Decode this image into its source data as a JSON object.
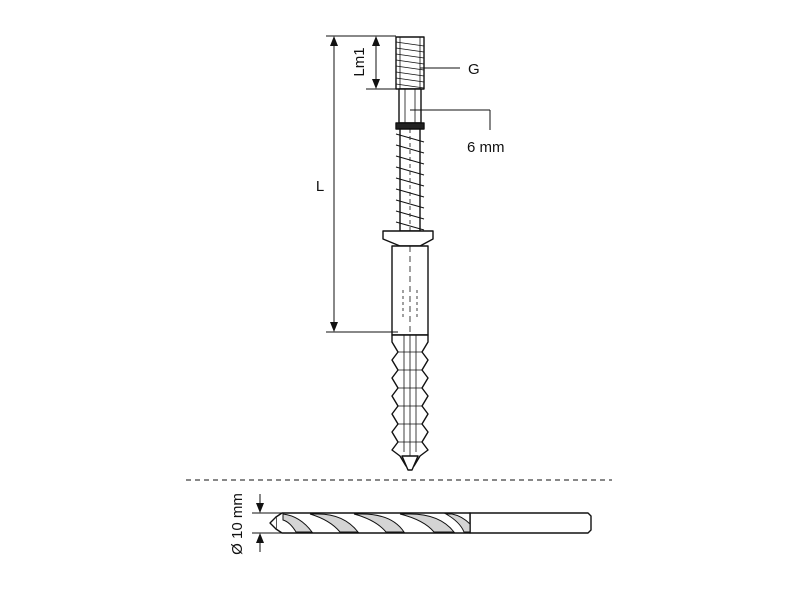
{
  "diagram": {
    "labels": {
      "thread": "G",
      "thread_length": "Lm1",
      "drive": "6 mm",
      "length": "L",
      "drill_diameter": "Ø 10 mm"
    },
    "parts": [
      "hanger-bolt",
      "plug-anchor",
      "drill-bit"
    ]
  }
}
